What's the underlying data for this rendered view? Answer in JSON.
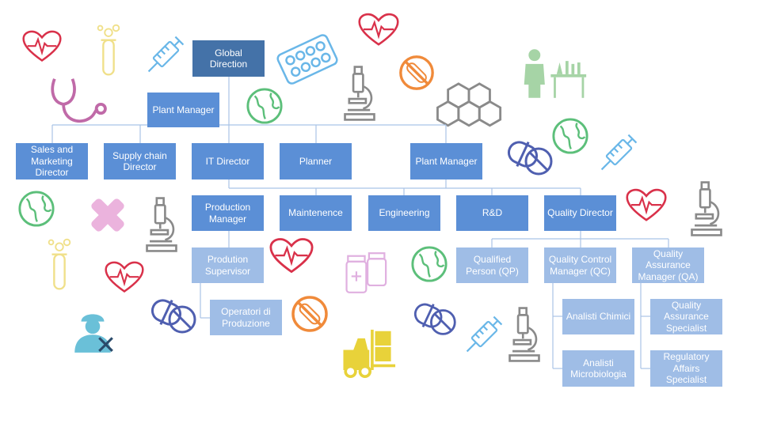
{
  "org": {
    "global_direction": "Global Direction",
    "plant_manager_top": "Plant Manager",
    "sales_marketing": "Sales and Marketing Director",
    "supply_chain": "Supply chain Director",
    "it_director": "IT Director",
    "planner": "Planner",
    "plant_manager": "Plant Manager",
    "production_manager": "Production Manager",
    "maintenence": "Maintenence",
    "engineering": "Engineering",
    "rnd": "R&D",
    "quality_director": "Quality Director",
    "production_supervisor": "Prodution Supervisor",
    "operatori": "Operatori di Produzione",
    "qualified_person": "Qualified Person (QP)",
    "qc_manager": "Quality Control Manager (QC)",
    "qa_manager": "Quality Assurance Manager (QA)",
    "analisti_chimici": "Analisti Chimici",
    "analisti_micro": "Analisti Microbiologia",
    "qa_specialist": "Quality Assurance Specialist",
    "regulatory": "Regulatory Affairs Specialist"
  },
  "colors": {
    "box_dark": "#4472a8",
    "box_mid": "#5b8fd6",
    "box_light": "#9fbde6",
    "connector": "#a9c3e6",
    "heart": "#d9314a",
    "test_tube": "#f0e08a",
    "syringe": "#6ab7e8",
    "pill": "#4f5fb0",
    "globe": "#5cbf7a",
    "microscope": "#8a8a8a",
    "no_sign": "#f08a3a",
    "stethoscope": "#c06aa8",
    "worker": "#6ac0d8",
    "scientist": "#a6d4a6",
    "forklift": "#e8d23a",
    "bandage": "#e8a6d8"
  },
  "icons": [
    "heart-icon",
    "test-tube-icon",
    "syringe-icon",
    "stethoscope-icon",
    "pill-pack-icon",
    "microscope-icon",
    "no-sign-icon",
    "heart-icon",
    "hexagon-molecule-icon",
    "scientist-icon",
    "globe-icon",
    "pill-icon",
    "syringe-icon",
    "globe-icon",
    "bandage-icon",
    "microscope-icon",
    "heart-icon",
    "microscope-icon",
    "test-tube-icon",
    "heart-icon",
    "worker-icon",
    "pill-icon",
    "heart-icon",
    "medicine-bottle-icon",
    "no-sign-icon",
    "forklift-icon",
    "globe-icon",
    "pill-icon",
    "syringe-icon",
    "microscope-icon"
  ]
}
